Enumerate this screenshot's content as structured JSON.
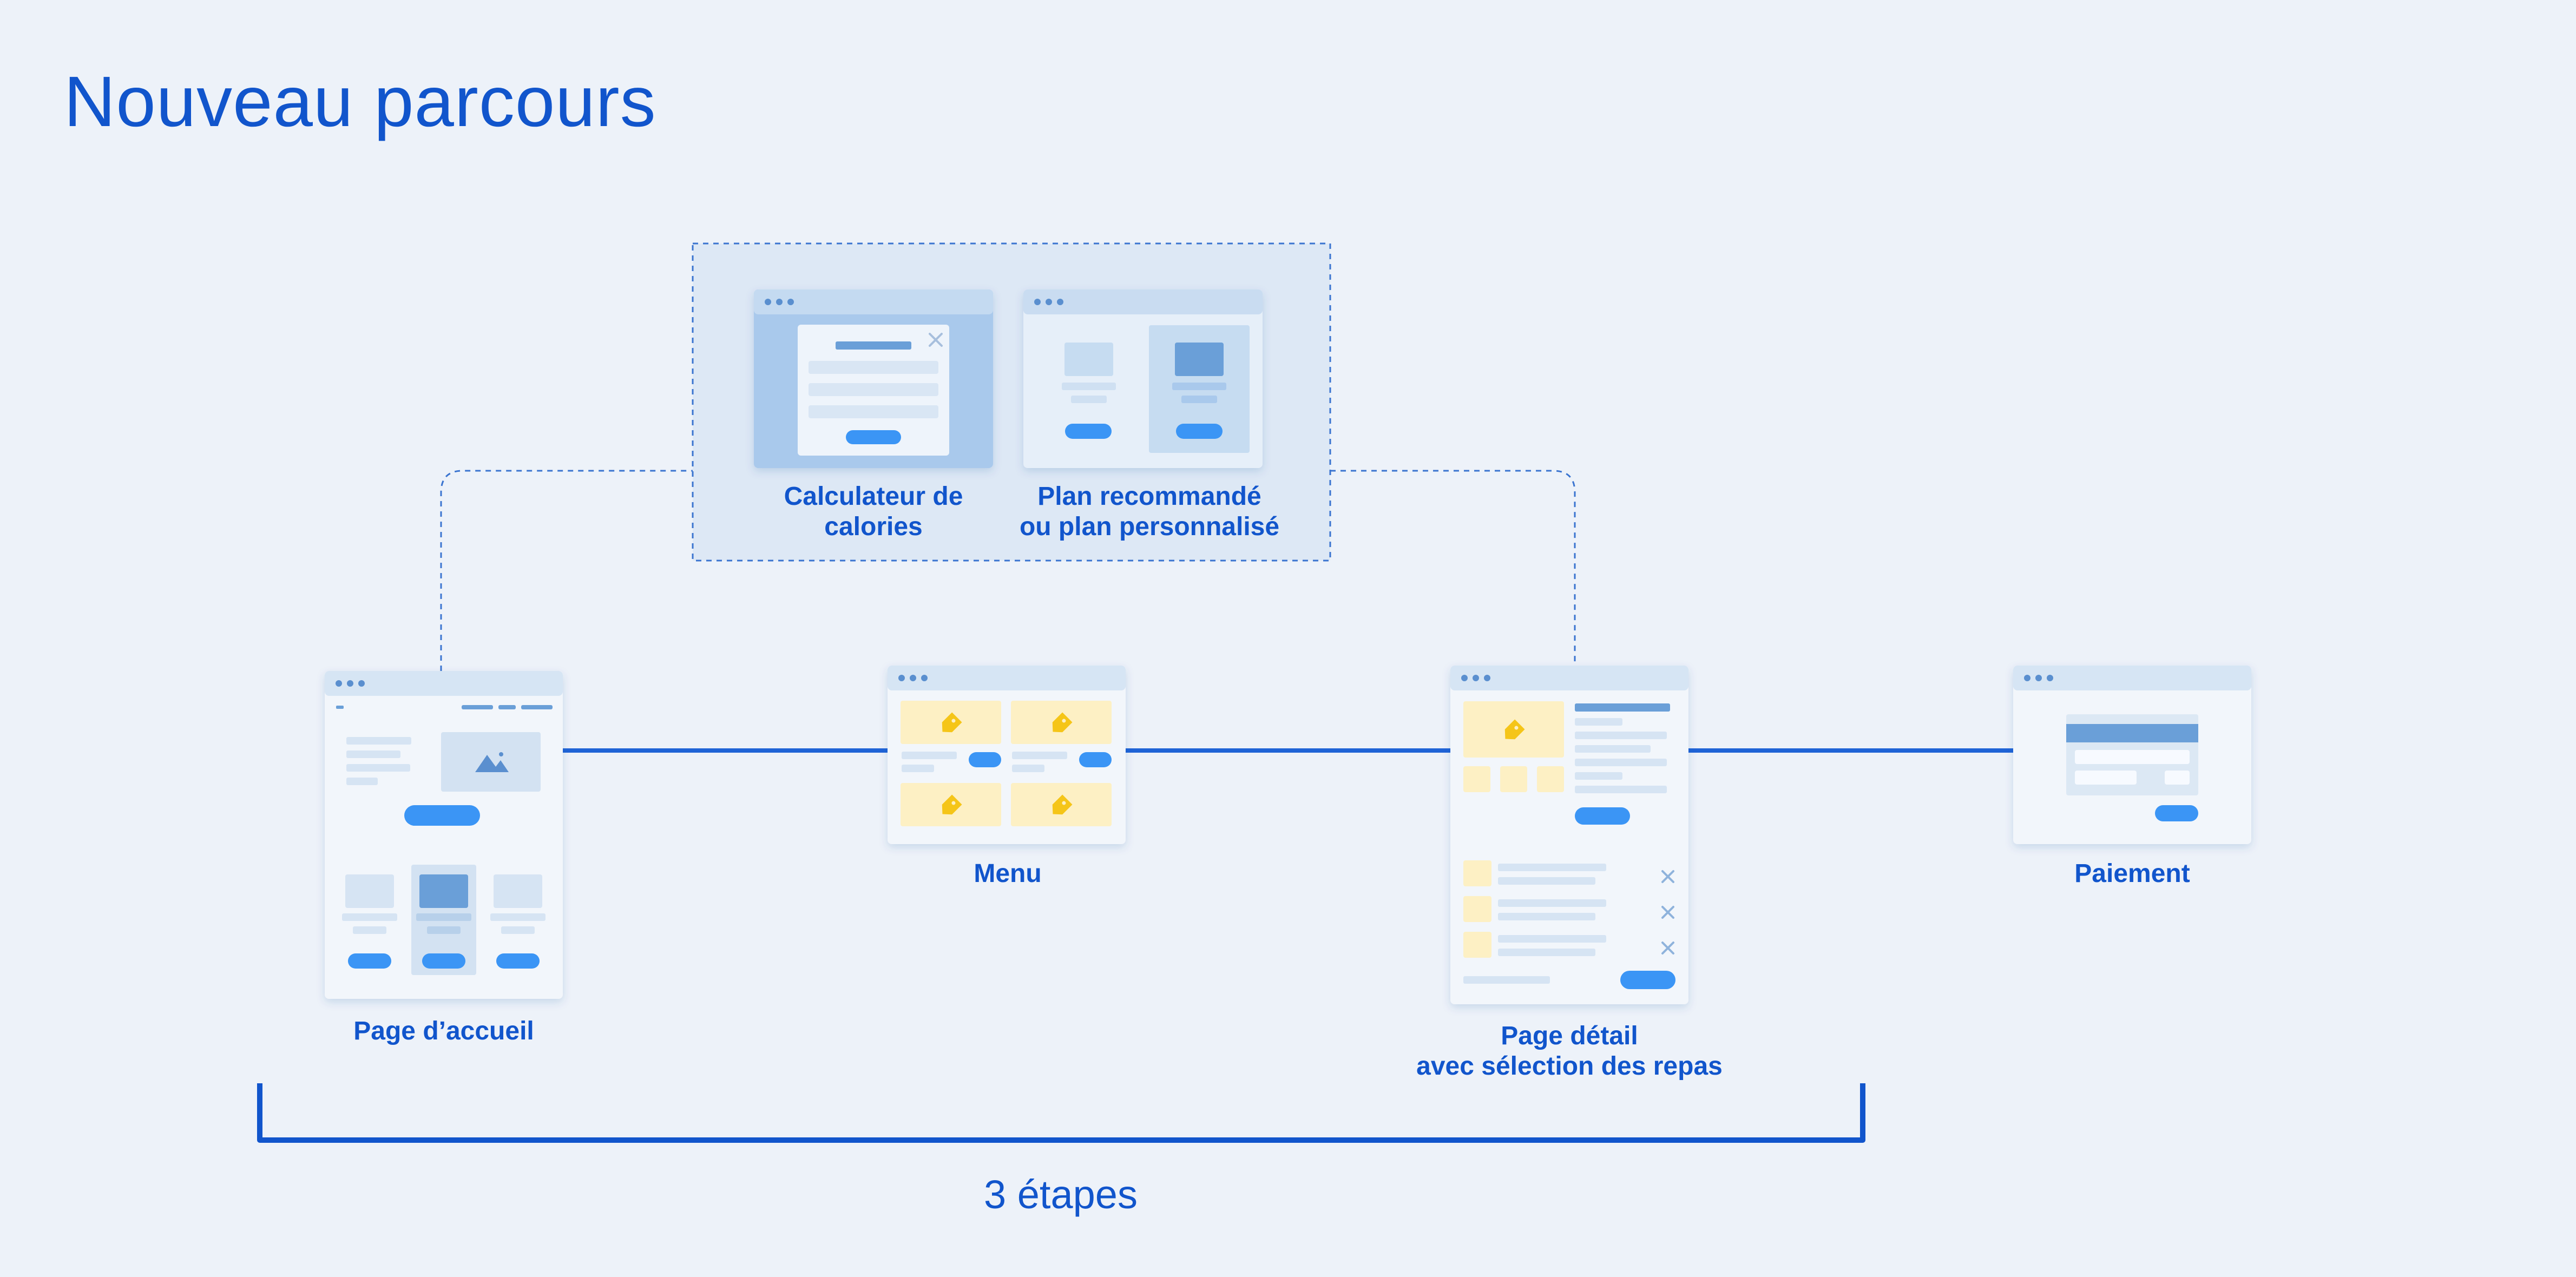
{
  "title": "Nouveau parcours",
  "colors": {
    "background": "#edf2f9",
    "accent": "#1155cc",
    "line": "#1f63d6",
    "button": "#3b95f5",
    "window_bar": "#d6e5f4",
    "window_body": "#f2f6fb",
    "placeholder": "#dce8f4",
    "highlight": "#6a9fd8",
    "tag_card": "#fdf0c4",
    "tag_icon": "#f5c518",
    "group_fill": "#dde8f5",
    "group_border": "#3a74d0"
  },
  "optional_group": {
    "screens": [
      {
        "id": "calorie-calculator",
        "label_lines": [
          "Calculateur de",
          "calories"
        ]
      },
      {
        "id": "plan",
        "label_lines": [
          "Plan recommandé",
          "ou plan personnalisé"
        ]
      }
    ]
  },
  "main_flow": [
    {
      "id": "home",
      "label_lines": [
        "Page d’accueil"
      ]
    },
    {
      "id": "menu",
      "label_lines": [
        "Menu"
      ]
    },
    {
      "id": "detail",
      "label_lines": [
        "Page détail",
        "avec sélection des repas"
      ]
    },
    {
      "id": "payment",
      "label_lines": [
        "Paiement"
      ]
    }
  ],
  "steps_label": "3 étapes",
  "icons": [
    "window-dots-icon",
    "close-icon",
    "image-icon",
    "price-tag-icon",
    "remove-icon"
  ]
}
